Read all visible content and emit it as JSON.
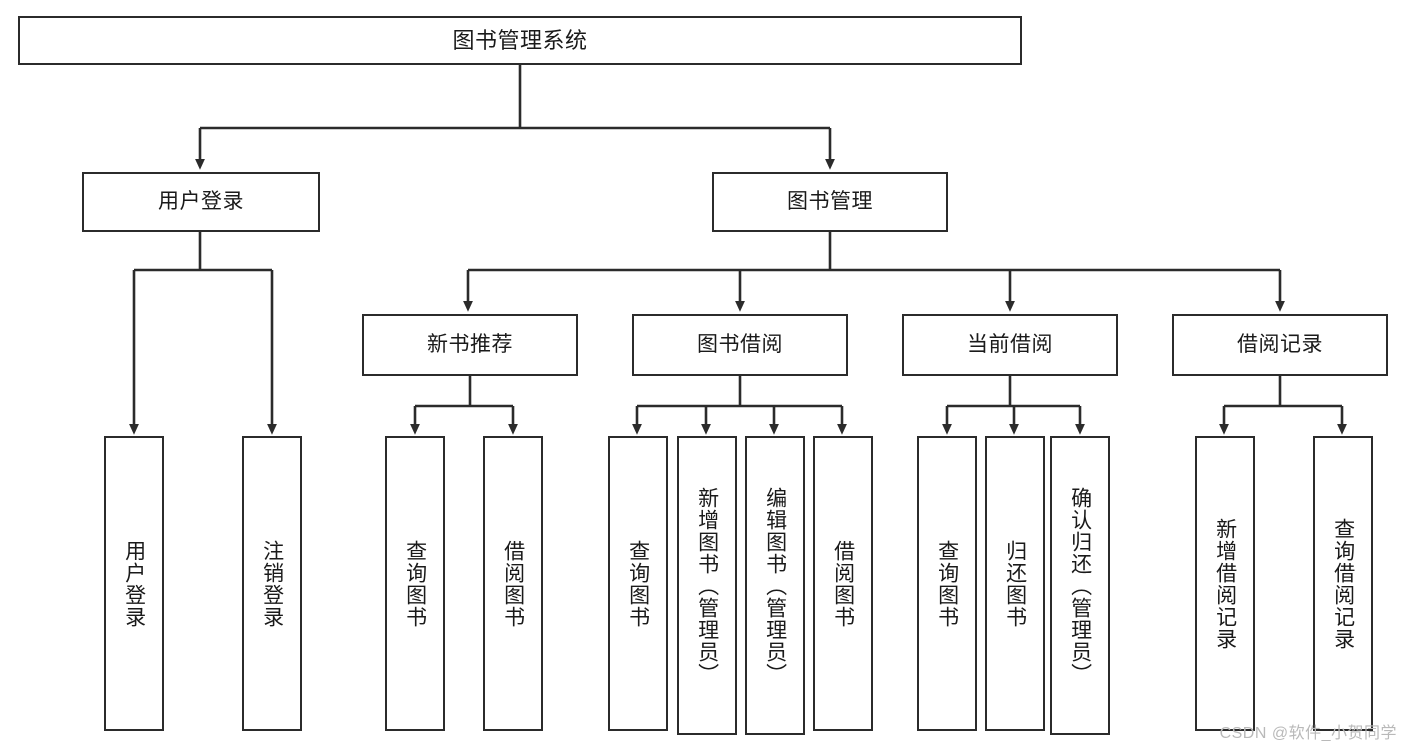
{
  "diagram": {
    "title": "图书管理系统",
    "type": "tree",
    "colors": {
      "box_border": "#2b2b2b",
      "box_fill": "#ffffff",
      "edge": "#2b2b2b",
      "background": "#ffffff",
      "watermark": "#b9b9b9"
    },
    "nodes": {
      "root": {
        "label": "图书管理系统"
      },
      "level2": [
        {
          "label": "用户登录"
        },
        {
          "label": "图书管理"
        }
      ],
      "level3": [
        {
          "label": "新书推荐"
        },
        {
          "label": "图书借阅"
        },
        {
          "label": "当前借阅"
        },
        {
          "label": "借阅记录"
        }
      ],
      "leaves_user_login": [
        {
          "label": "用户登录"
        },
        {
          "label": "注销登录"
        }
      ],
      "leaves_new_book": [
        {
          "label": "查询图书"
        },
        {
          "label": "借阅图书"
        }
      ],
      "leaves_borrow": [
        {
          "label": "查询图书"
        },
        {
          "label": "新增图书（管理员）"
        },
        {
          "label": "编辑图书（管理员）"
        },
        {
          "label": "借阅图书"
        }
      ],
      "leaves_current": [
        {
          "label": "查询图书"
        },
        {
          "label": "归还图书"
        },
        {
          "label": "确认归还（管理员）"
        }
      ],
      "leaves_records": [
        {
          "label": "新增借阅记录"
        },
        {
          "label": "查询借阅记录"
        }
      ]
    },
    "watermark": "CSDN @软件_小贺同学"
  }
}
